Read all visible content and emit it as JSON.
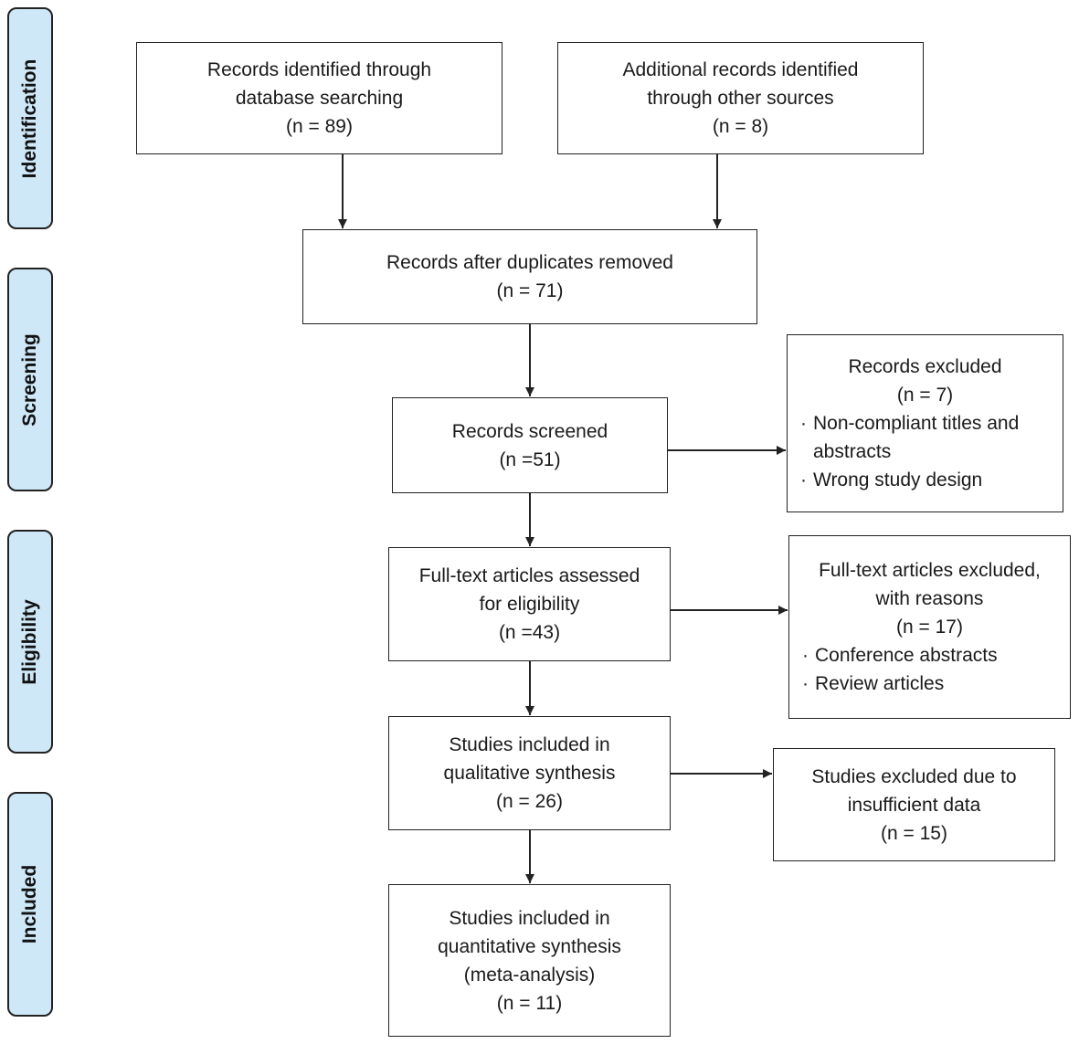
{
  "stages": {
    "identification": "Identification",
    "screening": "Screening",
    "eligibility": "Eligibility",
    "included": "Included"
  },
  "boxes": {
    "database": {
      "line1": "Records identified through",
      "line2": "database searching",
      "count": "(n = 89)"
    },
    "other_sources": {
      "line1": "Additional records identified",
      "line2": "through other sources",
      "count": "(n = 8)"
    },
    "duplicates_removed": {
      "line1": "Records after duplicates removed",
      "count": "(n = 71)"
    },
    "screened": {
      "line1": "Records screened",
      "count": "(n =51)"
    },
    "excluded": {
      "title": "Records excluded",
      "count": "(n = 7)",
      "reason1_a": "Non-compliant titles and",
      "reason1_b": "abstracts",
      "reason2": "Wrong study design"
    },
    "fulltext": {
      "line1": "Full-text articles assessed",
      "line2": "for eligibility",
      "count": "(n =43)"
    },
    "fulltext_excluded": {
      "line1": "Full-text articles excluded,",
      "line2": "with reasons",
      "count": "(n = 17)",
      "reason1": "Conference abstracts",
      "reason2": "Review articles"
    },
    "qualitative": {
      "line1": "Studies included in",
      "line2": "qualitative synthesis",
      "count": "(n = 26)"
    },
    "insufficient": {
      "line1": "Studies excluded due to",
      "line2": "insufficient data",
      "count": "(n = 15)"
    },
    "quantitative": {
      "line1": "Studies included in",
      "line2": "quantitative synthesis",
      "line3": "(meta-analysis)",
      "count": "(n = 11)"
    }
  },
  "colors": {
    "stage_fill": "#cfe8f7",
    "stroke": "#222222"
  }
}
